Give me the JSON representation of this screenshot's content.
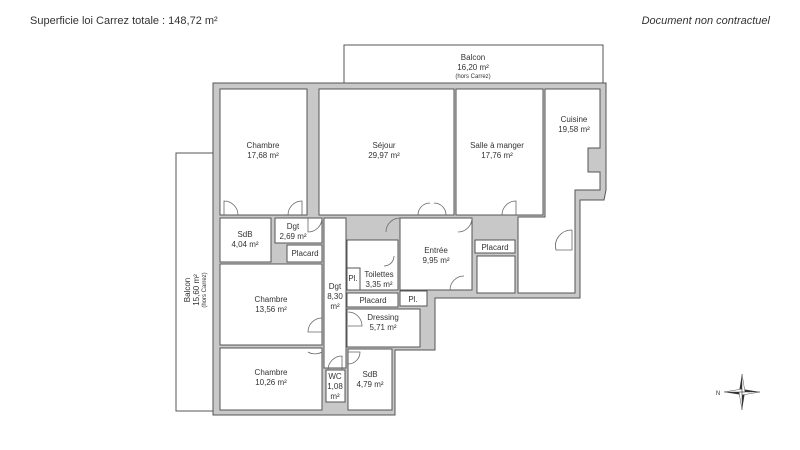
{
  "header": {
    "total": "Superficie loi Carrez totale : 148,72 m²",
    "disclaimer": "Document non contractuel"
  },
  "rooms": {
    "balcon_top": {
      "name": "Balcon",
      "area": "16,20 m²",
      "note": "(hors Carrez)"
    },
    "balcon_left": {
      "name": "Balcon",
      "area": "15,60 m²",
      "note": "(hors Carrez)"
    },
    "chambre1": {
      "name": "Chambre",
      "area": "17,68 m²"
    },
    "sejour": {
      "name": "Séjour",
      "area": "29,97 m²"
    },
    "salle_manger": {
      "name": "Salle à manger",
      "area": "17,76 m²"
    },
    "cuisine": {
      "name": "Cuisine",
      "area": "19,58 m²"
    },
    "sdb1": {
      "name": "SdB",
      "area": "4,04 m²"
    },
    "dgt1": {
      "name": "Dgt",
      "area": "2,69 m²"
    },
    "placard1": {
      "name": "Placard"
    },
    "chambre2": {
      "name": "Chambre",
      "area": "13,56 m²"
    },
    "dgt2": {
      "name": "Dgt",
      "area1": "8,30",
      "area2": "m²"
    },
    "pl1": {
      "name": "Pl."
    },
    "toilettes": {
      "name": "Toilettes",
      "area": "3,35 m²"
    },
    "entree": {
      "name": "Entrée",
      "area": "9,95 m²"
    },
    "placard2": {
      "name": "Placard"
    },
    "placard3": {
      "name": "Placard"
    },
    "pl2": {
      "name": "Pl."
    },
    "dressing": {
      "name": "Dressing",
      "area": "5,71 m²"
    },
    "chambre3": {
      "name": "Chambre",
      "area": "10,26 m²"
    },
    "wc": {
      "name": "WC",
      "area1": "1,08",
      "area2": "m²"
    },
    "sdb2": {
      "name": "SdB",
      "area": "4,79 m²"
    }
  },
  "compass": {
    "label": "N"
  }
}
